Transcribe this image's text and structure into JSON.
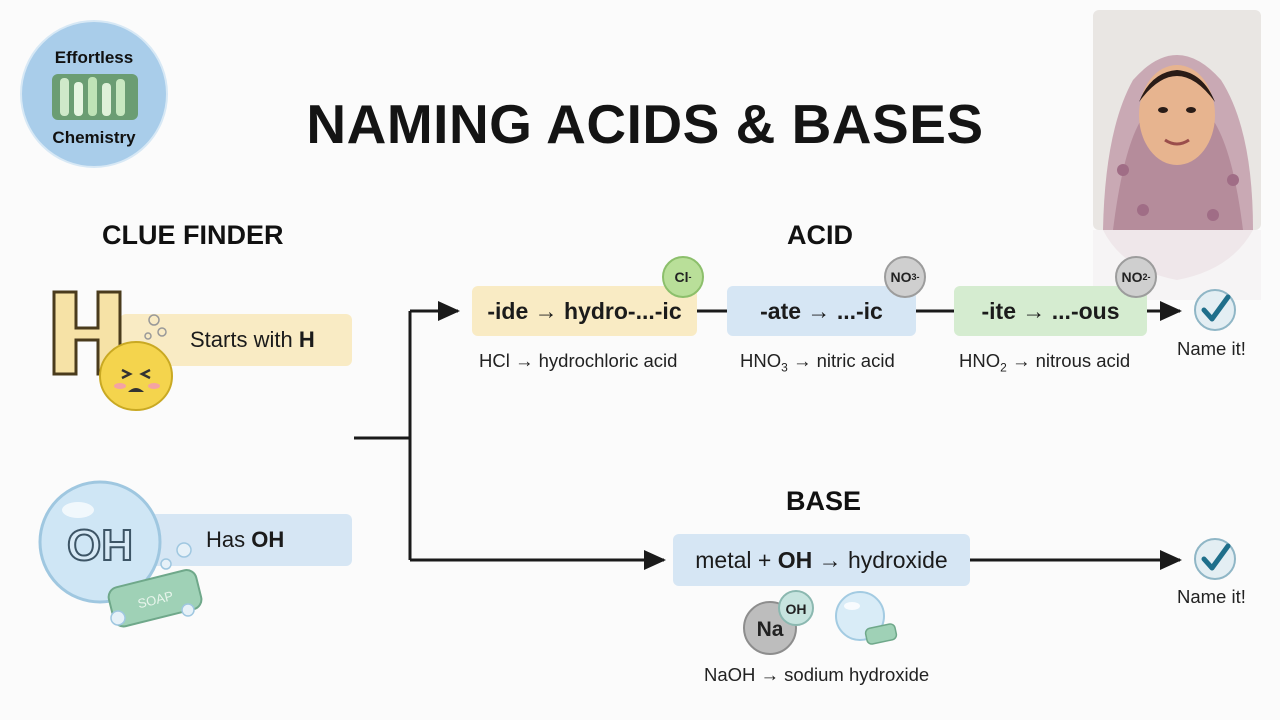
{
  "logo": {
    "line1": "Effortless",
    "line2": "Chemistry"
  },
  "title": "NAMING ACIDS & BASES",
  "clue_finder": {
    "heading": "CLUE FINDER",
    "h_letter": "H",
    "h_clue": {
      "prefix": "Starts with ",
      "bold": "H"
    },
    "oh_letters": "OH",
    "oh_clue": {
      "prefix": "Has ",
      "bold": "OH"
    },
    "soap_label": "SOAP"
  },
  "acid": {
    "heading": "ACID",
    "rules": [
      {
        "rule": "-ide → hydro-...-ic",
        "ion": "Cl",
        "ion_charge": "-",
        "example_pre": "HCl → hydrochloric acid",
        "example_sub": "",
        "example_post": ""
      },
      {
        "rule": "-ate → ...-ic",
        "ion": "NO",
        "ion_sub": "3",
        "ion_charge": "-",
        "example_pre": "HNO",
        "example_sub": "3",
        "example_post": " → nitric acid"
      },
      {
        "rule": "-ite → ...-ous",
        "ion": "NO",
        "ion_sub": "2",
        "ion_charge": "-",
        "example_pre": "HNO",
        "example_sub": "2",
        "example_post": " → nitrous acid"
      }
    ],
    "result": "Name it!"
  },
  "base": {
    "heading": "BASE",
    "rule": {
      "pre": "metal + ",
      "bold": "OH",
      "post": " → hydroxide"
    },
    "na_label": "Na",
    "oh_label": "OH",
    "example": "NaOH → sodium hydroxide",
    "result": "Name it!"
  },
  "colors": {
    "yellow": "#f9ebc4",
    "blue": "#d6e6f4",
    "green": "#d5ecd0",
    "check": "#1f6f8b"
  }
}
